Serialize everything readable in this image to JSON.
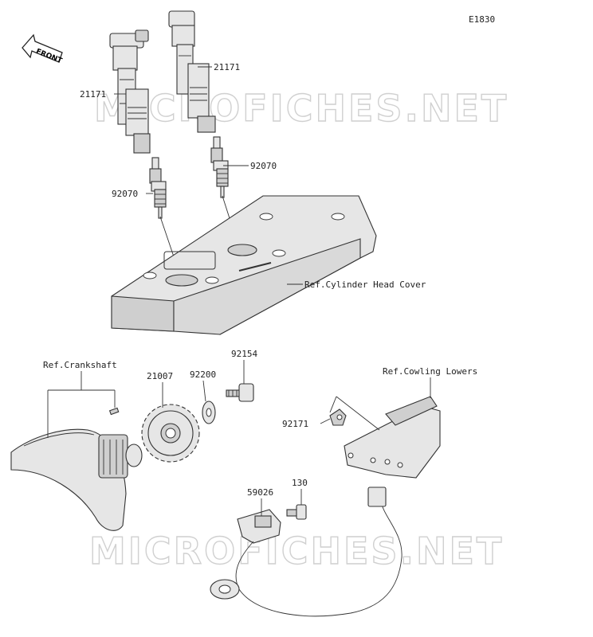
{
  "diagram_code": "E1830",
  "front_label": "FRONT",
  "watermark": "MICROFICHES.NET",
  "labels": {
    "coil_left": "21171",
    "coil_right": "21171",
    "plug_left": "92070",
    "plug_right": "92070",
    "ref_head_cover": "Ref.Cylinder Head Cover",
    "ref_crankshaft": "Ref.Crankshaft",
    "rotor": "21007",
    "washer": "92200",
    "bolt": "92154",
    "ref_cowling": "Ref.Cowling Lowers",
    "clamp": "92171",
    "sensor": "59026",
    "sensor_bolt": "130"
  }
}
